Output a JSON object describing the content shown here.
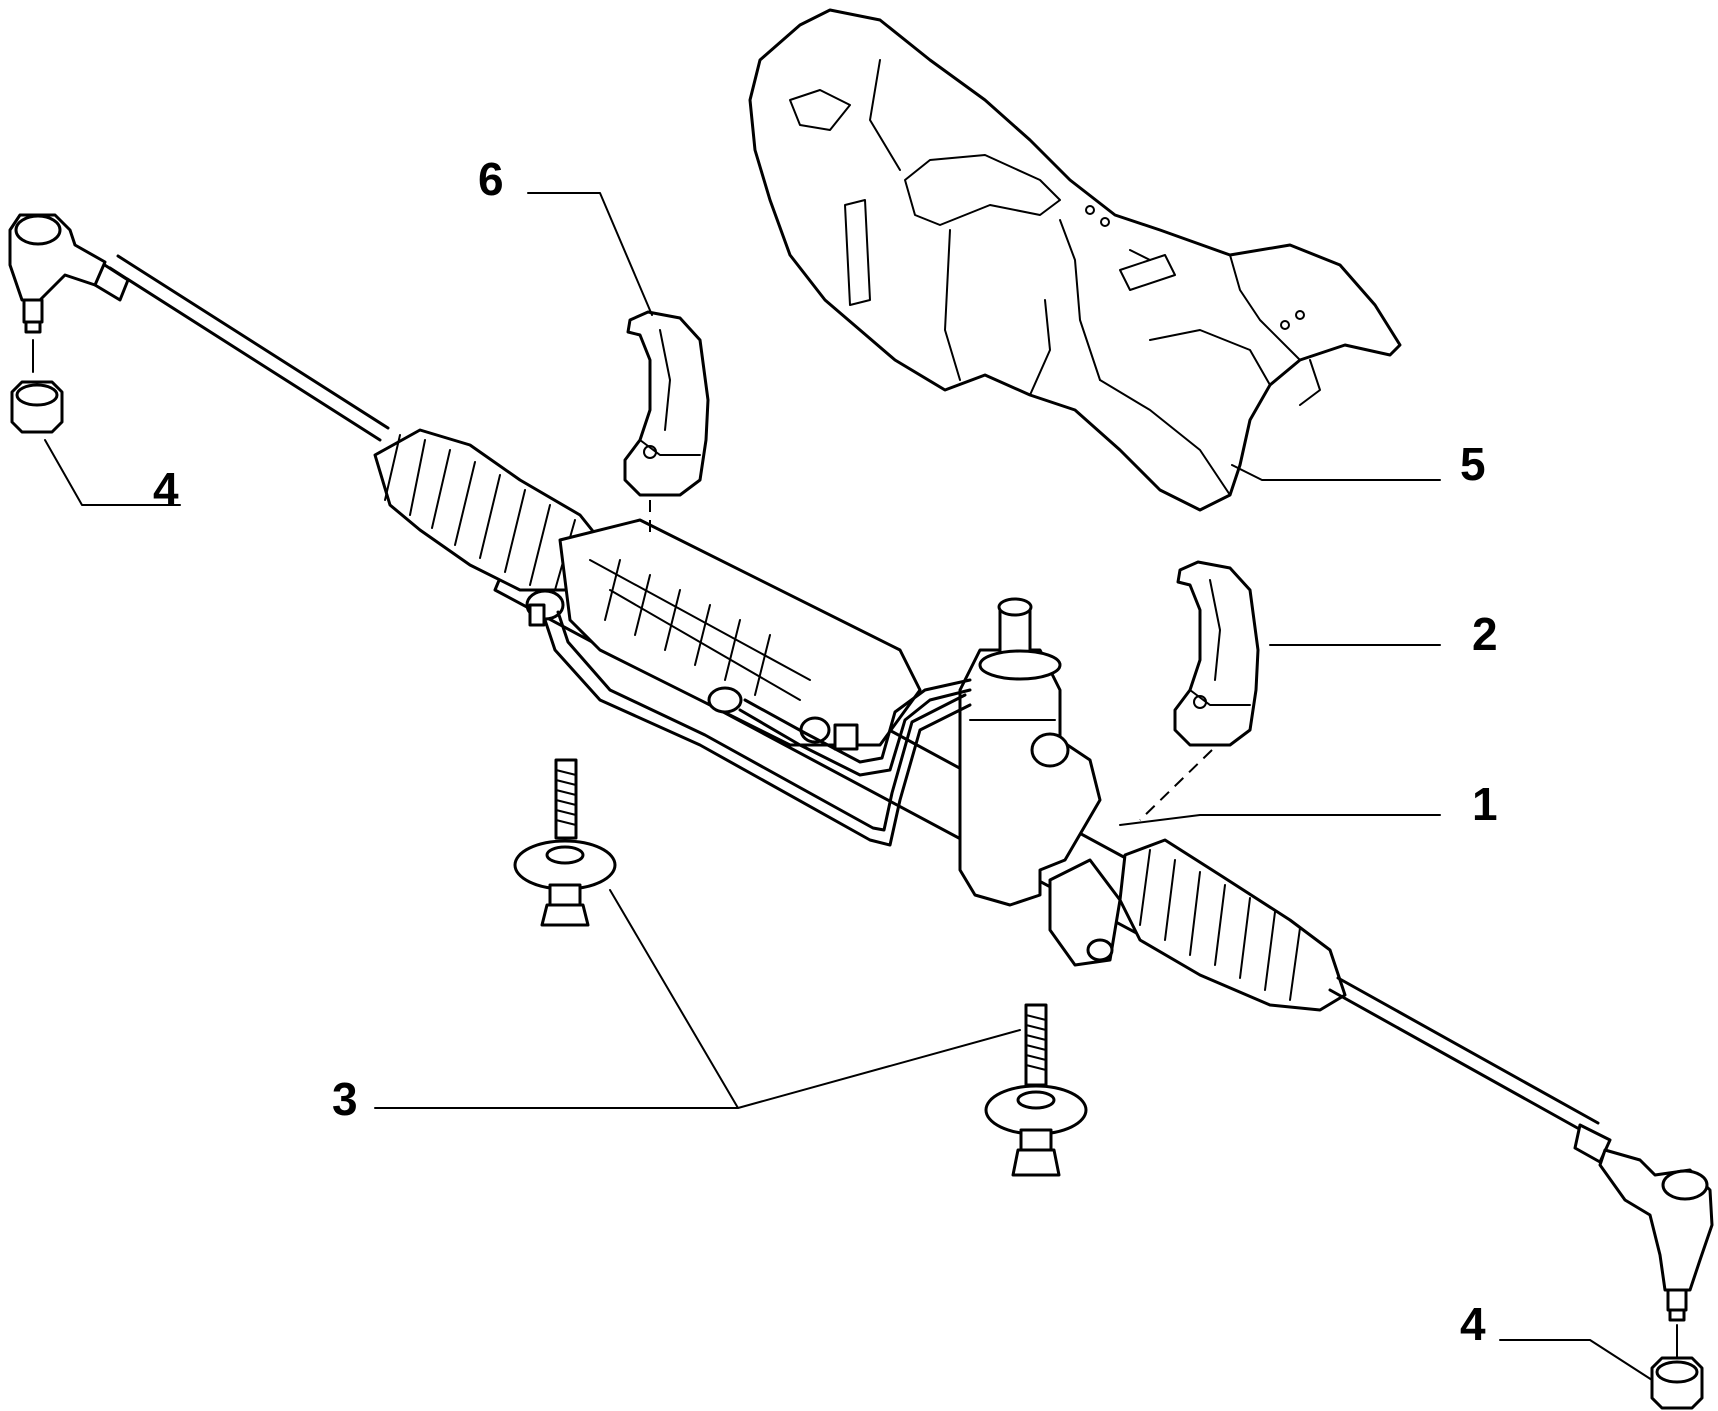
{
  "diagram": {
    "callouts": {
      "c1": "1",
      "c2": "2",
      "c3": "3",
      "c4_left": "4",
      "c4_right": "4",
      "c5": "5",
      "c6": "6"
    },
    "parts": [
      {
        "ref": "1",
        "name": "steering-rack"
      },
      {
        "ref": "2",
        "name": "mounting-bracket"
      },
      {
        "ref": "3",
        "name": "mounting-bolt"
      },
      {
        "ref": "4",
        "name": "tie-rod-nut"
      },
      {
        "ref": "5",
        "name": "heat-shield"
      },
      {
        "ref": "6",
        "name": "mounting-bracket"
      }
    ]
  }
}
